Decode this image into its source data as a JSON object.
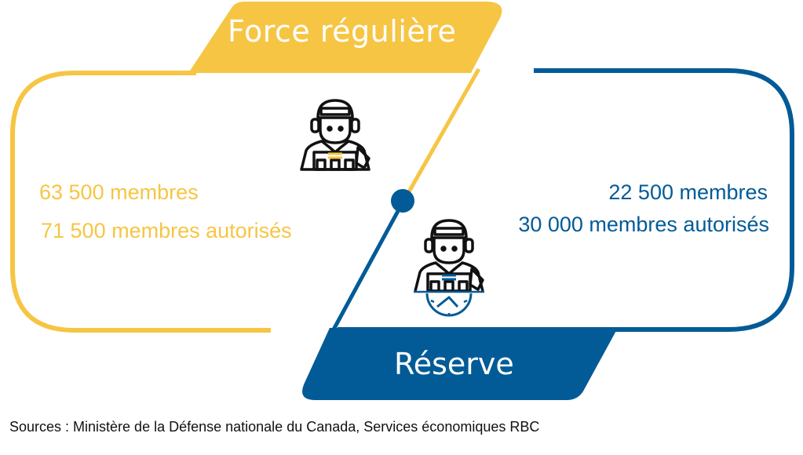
{
  "colors": {
    "regular": "#f6c543",
    "reserve": "#025b97",
    "text_dark": "#111111"
  },
  "regular_force": {
    "title": "Force régulière",
    "members": "63 500 membres",
    "authorized": "71 500 membres autorisés",
    "icon": "soldier-icon"
  },
  "reserve": {
    "title": "Réserve",
    "members": "22 500 membres",
    "authorized": "30 000 membres autorisés",
    "icon": "soldier-with-clock-icon"
  },
  "source": "Sources : Ministère de la Défense nationale du Canada, Services économiques RBC"
}
